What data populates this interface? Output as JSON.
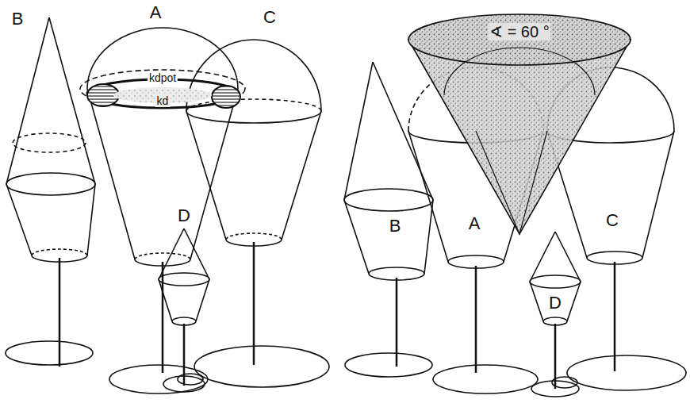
{
  "diagram": {
    "labels": [
      "B",
      "A",
      "C",
      "kdpot",
      "kd",
      "D",
      "∢ = 60 °",
      "B",
      "A",
      "C",
      "D"
    ]
  }
}
